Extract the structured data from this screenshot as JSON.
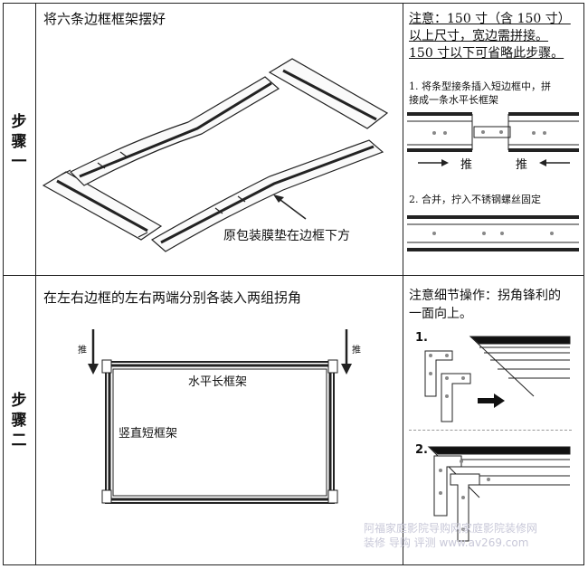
{
  "step1": {
    "label_lines": [
      "步",
      "骤",
      "一"
    ],
    "title": "将六条边框框架摆好",
    "caption": "原包装膜垫在边框下方",
    "note_lines": [
      "注意：150 寸（含 150 寸）",
      "以上尺寸，宽边需拼接。",
      "150 寸以下可省略此步骤。"
    ],
    "sub1_lines": [
      "1. 将条型接条插入短边框中，拼",
      "接成一条水平长框架"
    ],
    "push_left": "推",
    "push_right": "推",
    "sub2": "2. 合并，拧入不锈钢螺丝固定"
  },
  "step2": {
    "label_lines": [
      "步",
      "骤",
      "二"
    ],
    "title": "在左右边框的左右两端分别各装入两组拐角",
    "push_left": "推",
    "push_right": "推",
    "horizontal_label": "水平长框架",
    "vertical_label": "竖直短框架",
    "note_lines": [
      "注意细节操作：拐角锋利的",
      "一面向上。"
    ],
    "fig1": "1.",
    "fig2": "2."
  },
  "watermark_lines": [
    "阿福家庭影院导购网家庭影院装修网",
    "装修 导购 评测 www.av269.com"
  ]
}
